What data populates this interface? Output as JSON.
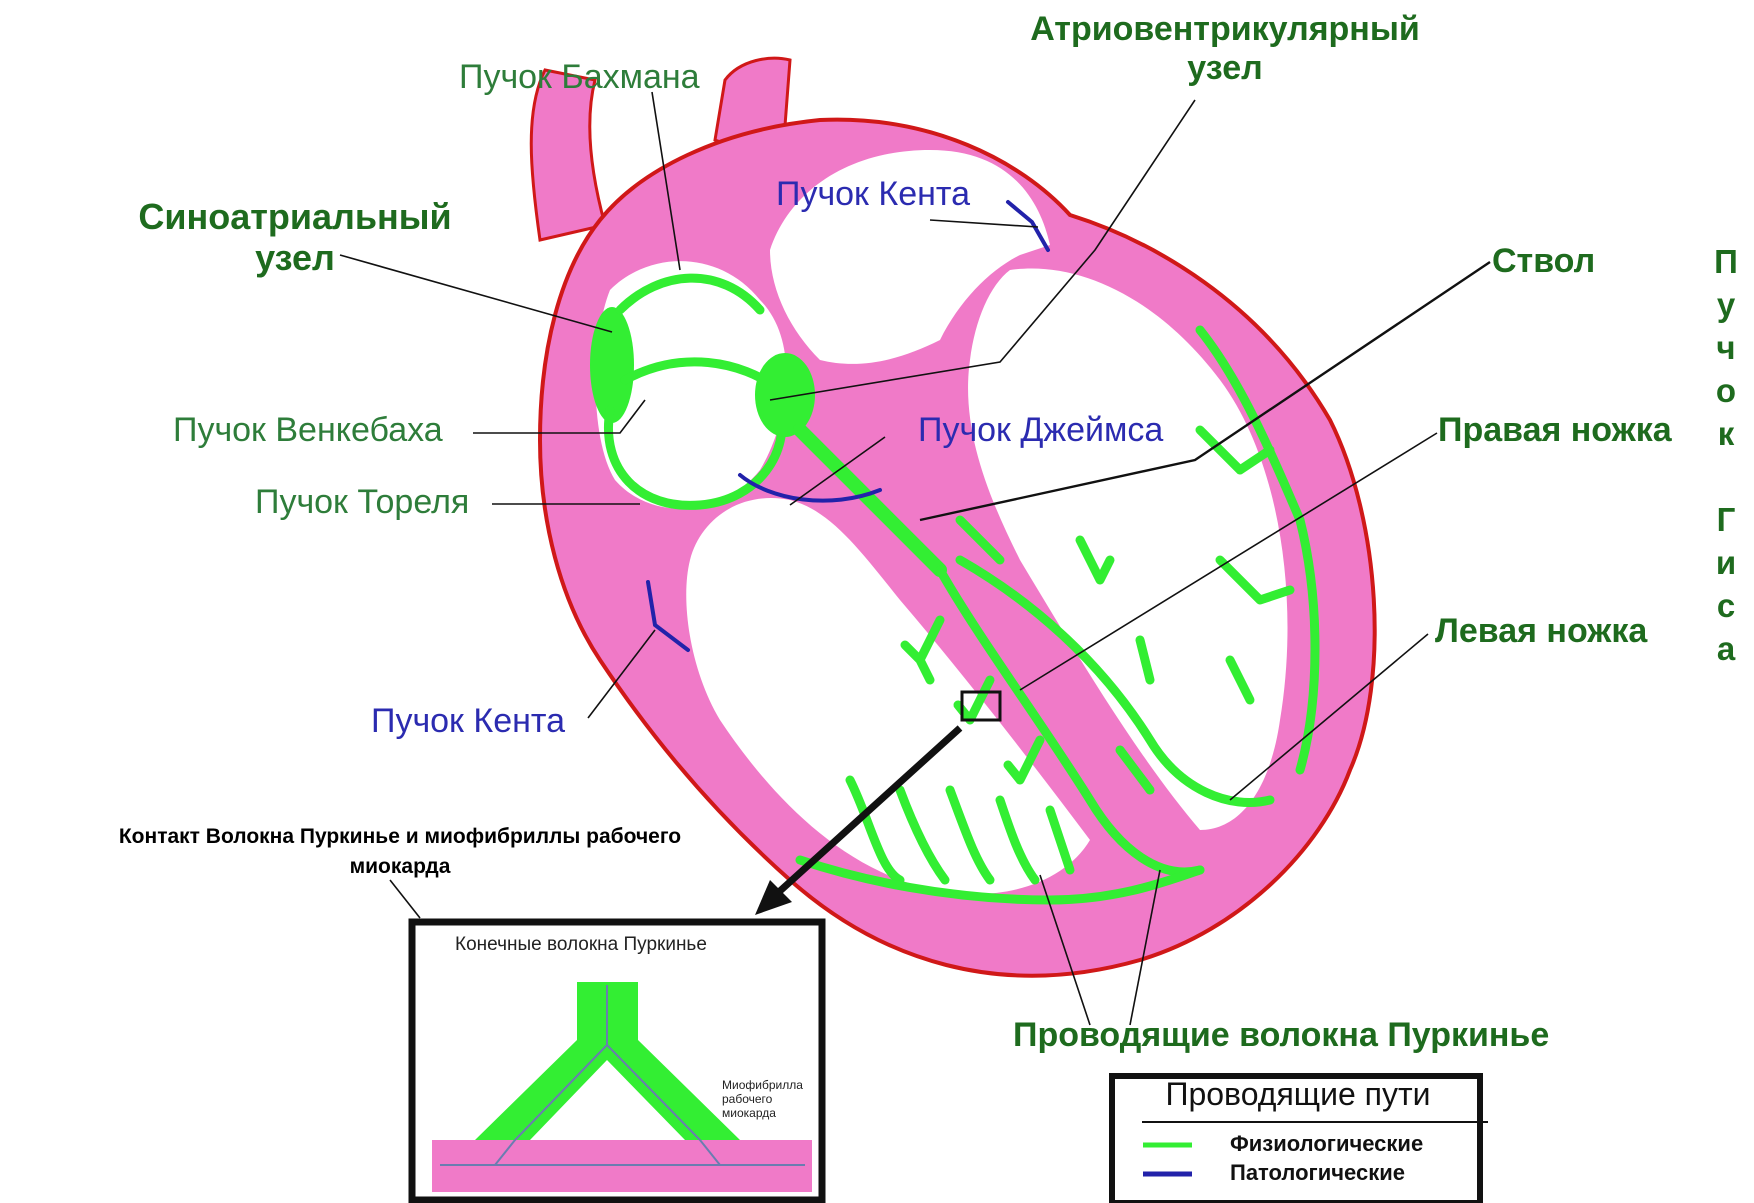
{
  "labels": {
    "bachmann": "Пучок Бахмана",
    "av_node": [
      "Атриовентрикулярный",
      "узел"
    ],
    "sa_node": [
      "Синоатриальный",
      "узел"
    ],
    "kent_top": "Пучок Кента",
    "trunk": "Ствол",
    "wenckebach": "Пучок Венкебаха",
    "james": "Пучок Джеймса",
    "right_bundle": "Правая ножка",
    "thorel": "Пучок Тореля",
    "left_bundle": "Левая ножка",
    "kent_bottom": "Пучок Кента",
    "his_bundle": [
      "П",
      "у",
      "ч",
      "о",
      "к",
      "",
      "Г",
      "и",
      "с",
      "а"
    ],
    "purkinje_fibers": "Проводящие волокна Пуркинье"
  },
  "inset": {
    "title": [
      "Контакт Волокна Пуркинье и миофибриллы рабочего",
      "миокарда"
    ],
    "terminal_fibers": "Конечные волокна Пуркинье",
    "myofibril": [
      "Миофибрилла",
      "рабочего",
      "миокарда"
    ]
  },
  "legend": {
    "title": "Проводящие пути",
    "items": [
      {
        "label": "Физиологические",
        "color": "#33ee33"
      },
      {
        "label": "Патологические",
        "color": "#2222aa"
      }
    ]
  },
  "colors": {
    "myocardium": "#f07ac8",
    "outline": "#d01818",
    "physiological": "#33ee33",
    "pathological": "#2222aa",
    "label_green": "#2e7d3a",
    "label_blue": "#2b2bb0"
  }
}
